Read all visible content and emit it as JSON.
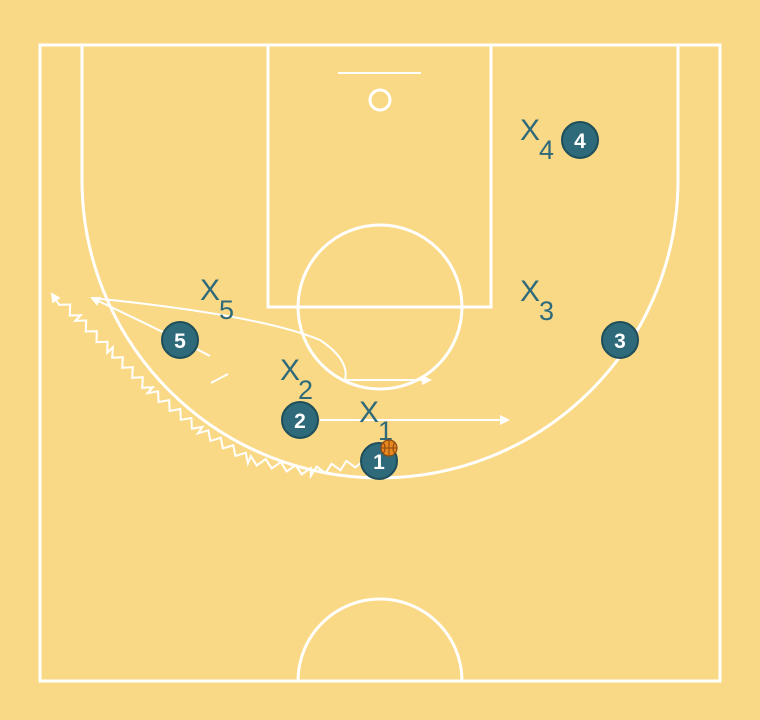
{
  "court": {
    "background": "#fad986",
    "line_color": "#ffffff"
  },
  "colors": {
    "offense_fill": "#2f6a7a",
    "offense_stroke": "#1f4d59",
    "defense_text": "#2f6a7a",
    "ball": "#e8871e"
  },
  "offense": [
    {
      "label": "1",
      "has_ball": true
    },
    {
      "label": "2",
      "has_ball": false
    },
    {
      "label": "3",
      "has_ball": false
    },
    {
      "label": "4",
      "has_ball": false
    },
    {
      "label": "5",
      "has_ball": false
    }
  ],
  "defense": [
    {
      "mark": "X",
      "sub": "1"
    },
    {
      "mark": "X",
      "sub": "2"
    },
    {
      "mark": "X",
      "sub": "3"
    },
    {
      "mark": "X",
      "sub": "4"
    },
    {
      "mark": "X",
      "sub": "5"
    }
  ],
  "actions": [
    {
      "type": "dribble",
      "player": "1"
    },
    {
      "type": "cut",
      "player": "5"
    },
    {
      "type": "cut",
      "player": "2"
    },
    {
      "type": "cut",
      "player": "1"
    }
  ]
}
